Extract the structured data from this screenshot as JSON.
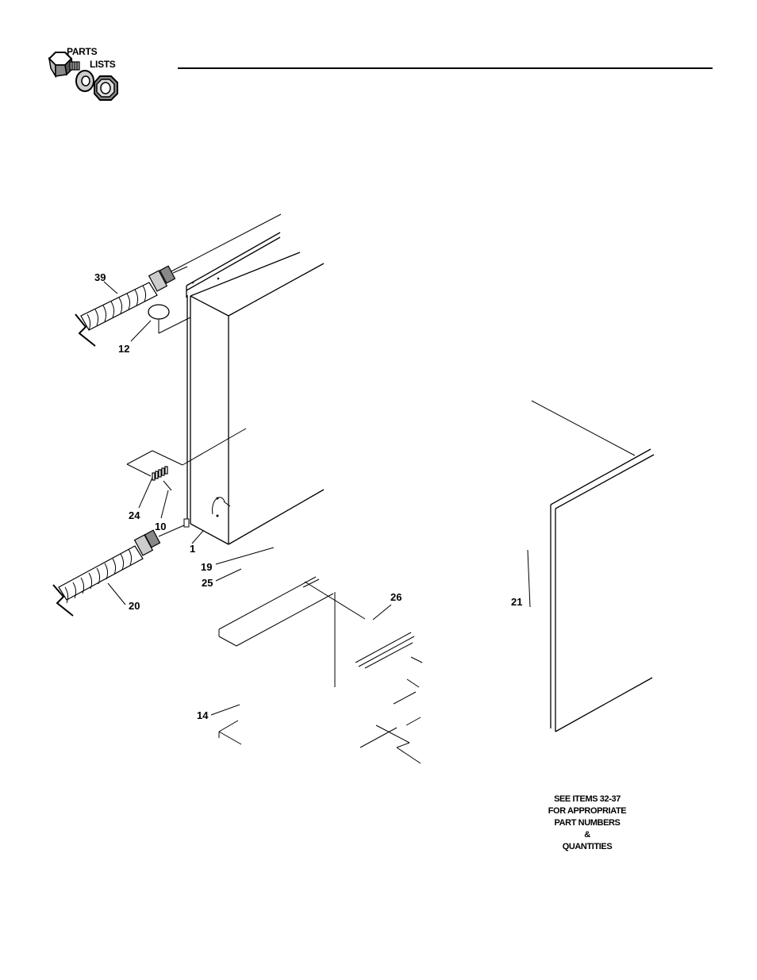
{
  "logo": {
    "line1": "PARTS",
    "line2": "LISTS",
    "icons": [
      "bolt-icon",
      "washer-icon",
      "nut-icon"
    ]
  },
  "callouts": {
    "c39": "39",
    "c12": "12",
    "c24": "24",
    "c10": "10",
    "c1": "1",
    "c19": "19",
    "c25": "25",
    "c20": "20",
    "c26": "26",
    "c21": "21",
    "c14": "14"
  },
  "note": {
    "line1": "SEE ITEMS 32-37",
    "line2": "FOR APPROPRIATE",
    "line3": "PART NUMBERS",
    "line4": "&",
    "line5": "QUANTITIES"
  }
}
